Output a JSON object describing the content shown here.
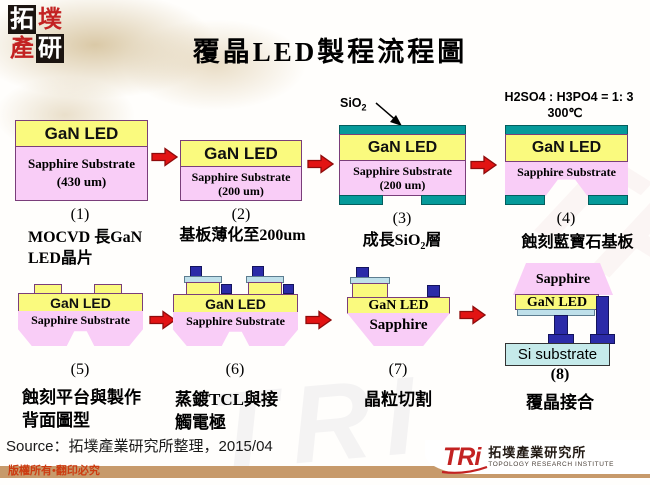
{
  "slide": {
    "title": "覆晶LED製程流程圖",
    "watermark": "TRI",
    "corner_logo_chars": [
      "拓",
      "墣",
      "產",
      "研"
    ],
    "source_line": "Source：拓墣產業研究所整理，2015/04",
    "copyright_line": "版權所有•翻印必究",
    "tri_logo": {
      "acronym": "TRi",
      "name_zh": "拓墣產業研究所",
      "name_en": "TOPOLOGY RESEARCH INSTITUTE"
    }
  },
  "colors": {
    "yellow": "#FAFA7E",
    "pink": "#F9CDF7",
    "teal": "#069A9A",
    "navy": "#2B2BA8",
    "strip": "#BFE0EA",
    "arrow-red": "#E21313",
    "arrow-red-dark": "#8F0B0B",
    "bar-tan": "#C79A6B",
    "logo-red": "#C32222",
    "si-cyan": "#C5EAEA"
  },
  "steps": [
    {
      "num": "(1)",
      "caption": [
        "MOCVD 長GaN",
        "LED晶片"
      ],
      "gan": "GaN LED",
      "substrate": "Sapphire Substrate",
      "thickness": "(430 um)"
    },
    {
      "num": "(2)",
      "caption": [
        "基板薄化至200um"
      ],
      "gan": "GaN LED",
      "substrate": "Sapphire Substrate",
      "thickness": "(200 um)"
    },
    {
      "num": "(3)",
      "caption_pre": "成長SiO",
      "caption_sub": "2",
      "caption_post": "層",
      "annotation_base": "SiO",
      "annotation_sub": "2",
      "gan": "GaN LED",
      "substrate": "Sapphire Substrate",
      "thickness": "(200 um)"
    },
    {
      "num": "(4)",
      "caption": [
        "蝕刻藍寶石基板"
      ],
      "annotation1": "H2SO4 : H3PO4 = 1: 3",
      "annotation2": "300℃",
      "gan": "GaN LED",
      "substrate": "Sapphire Substrate"
    },
    {
      "num": "(5)",
      "caption": [
        "蝕刻平台與製作",
        "背面圖型"
      ],
      "gan": "GaN LED",
      "substrate": "Sapphire Substrate"
    },
    {
      "num": "(6)",
      "caption": [
        "蒸鍍TCL與接",
        "觸電極"
      ],
      "gan": "GaN LED",
      "substrate": "Sapphire Substrate"
    },
    {
      "num": "(7)",
      "caption": [
        "晶粒切割"
      ],
      "gan": "GaN LED",
      "sapphire": "Sapphire"
    },
    {
      "num": "(8)",
      "caption": [
        "覆晶接合"
      ],
      "sapphire": "Sapphire",
      "gan": "GaN LED",
      "si": "Si substrate"
    }
  ]
}
